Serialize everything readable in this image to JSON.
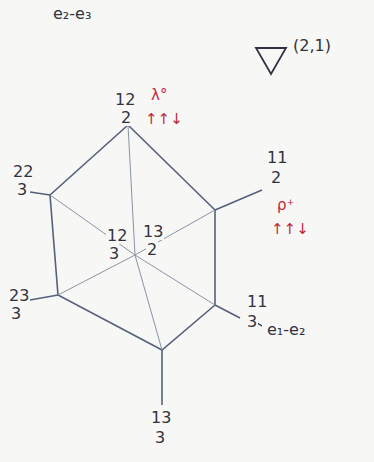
{
  "diagram": {
    "labels": [
      "e₂-e₃",
      "12",
      "2",
      "λ°",
      "↑↑↓",
      "(2,1)",
      "11",
      "2",
      "ρ⁺",
      "↑↑↓",
      "22",
      "3",
      "12",
      "3",
      "13",
      "2",
      "23",
      "3",
      "11",
      "3",
      "e₁-e₂",
      "13",
      "3"
    ]
  }
}
